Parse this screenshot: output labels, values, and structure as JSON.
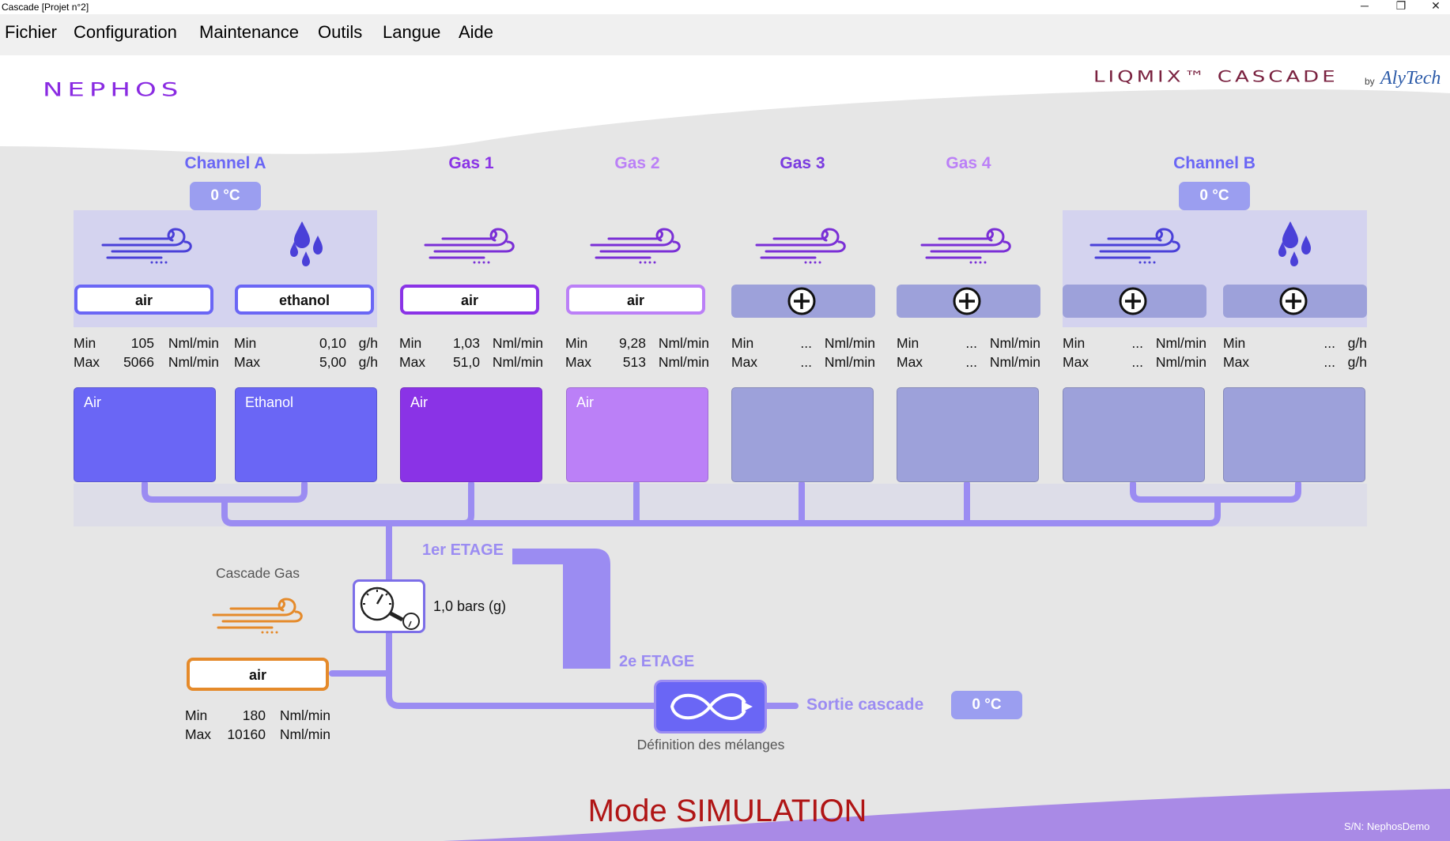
{
  "window": {
    "title": "Cascade [Projet n°2]",
    "controls": [
      "─",
      "❐",
      "✕"
    ]
  },
  "menu": [
    "Fichier",
    "Configuration",
    "Maintenance",
    "Outils",
    "Langue",
    "Aide"
  ],
  "header": {
    "left_logo": "NEPHOS",
    "right_logo": "LIQMIX™ CASCADE",
    "right_logo_by": "by",
    "right_logo_brand": "AlyTech"
  },
  "colors": {
    "channel": "#6a66f5",
    "gas1": "#8a33e6",
    "gas2": "#bb80f7",
    "empty": "#9da1da",
    "cascade": "#e58a2a",
    "pipe": "#9b8cf2",
    "simulation": "#b01515"
  },
  "channels": {
    "a": {
      "title": "Channel A",
      "temp": "0 °C"
    },
    "b": {
      "title": "Channel B",
      "temp": "0 °C"
    },
    "gas1": {
      "title": "Gas 1"
    },
    "gas2": {
      "title": "Gas 2"
    },
    "gas3": {
      "title": "Gas 3"
    },
    "gas4": {
      "title": "Gas 4"
    }
  },
  "slots": [
    {
      "id": "a-gas",
      "button": "air",
      "min_label": "Min",
      "min": "105",
      "max_label": "Max",
      "max": "5066",
      "unit": "Nml/min",
      "tile": "Air",
      "icon": "gas-flow-icon"
    },
    {
      "id": "a-liquid",
      "button": "ethanol",
      "min_label": "Min",
      "min": "0,10",
      "max_label": "Max",
      "max": "5,00",
      "unit": "g/h",
      "tile": "Ethanol",
      "icon": "liquid-drops-icon"
    },
    {
      "id": "gas1",
      "button": "air",
      "min_label": "Min",
      "min": "1,03",
      "max_label": "Max",
      "max": "51,0",
      "unit": "Nml/min",
      "tile": "Air",
      "icon": "gas-flow-icon"
    },
    {
      "id": "gas2",
      "button": "air",
      "min_label": "Min",
      "min": "9,28",
      "max_label": "Max",
      "max": "513",
      "unit": "Nml/min",
      "tile": "Air",
      "icon": "gas-flow-icon"
    },
    {
      "id": "gas3",
      "button": "",
      "min_label": "Min",
      "min": "...",
      "max_label": "Max",
      "max": "...",
      "unit": "Nml/min",
      "tile": "",
      "icon": "gas-flow-icon"
    },
    {
      "id": "gas4",
      "button": "",
      "min_label": "Min",
      "min": "...",
      "max_label": "Max",
      "max": "...",
      "unit": "Nml/min",
      "tile": "",
      "icon": "gas-flow-icon"
    },
    {
      "id": "b-gas",
      "button": "",
      "min_label": "Min",
      "min": "...",
      "max_label": "Max",
      "max": "...",
      "unit": "Nml/min",
      "tile": "",
      "icon": "gas-flow-icon"
    },
    {
      "id": "b-liquid",
      "button": "",
      "min_label": "Min",
      "min": "...",
      "max_label": "Max",
      "max": "...",
      "unit": "g/h",
      "tile": "",
      "icon": "liquid-drops-icon"
    }
  ],
  "cascade": {
    "title": "Cascade Gas",
    "button": "air",
    "min_label": "Min",
    "min": "180",
    "max_label": "Max",
    "max": "10160",
    "unit": "Nml/min"
  },
  "pressure": "1,0 bars (g)",
  "stages": {
    "first": "1er ETAGE",
    "second": "2e ETAGE"
  },
  "output": {
    "label": "Sortie cascade",
    "temp": "0 °C",
    "mixer_label": "Définition des mélanges"
  },
  "footer": {
    "mode": "Mode SIMULATION",
    "serial": "S/N: NephosDemo"
  }
}
